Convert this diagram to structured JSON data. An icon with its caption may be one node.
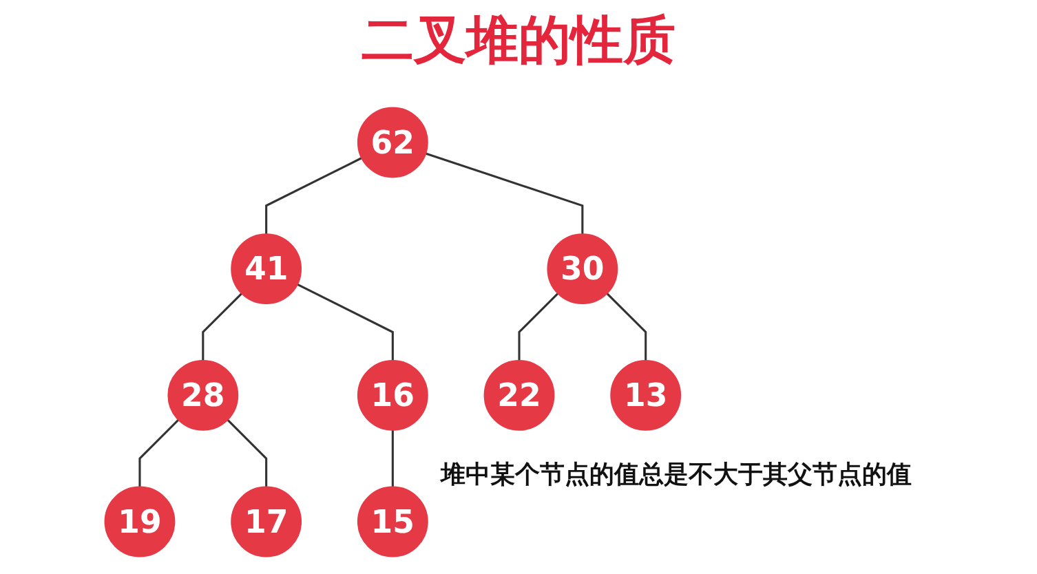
{
  "diagram": {
    "title": "二叉堆的性质",
    "nodes": [
      {
        "text": [
          "62"
        ]
      },
      {
        "text": [
          "41"
        ]
      },
      {
        "text": [
          "30"
        ]
      },
      {
        "text": [
          "28"
        ]
      },
      {
        "text": [
          "16"
        ]
      },
      {
        "text": [
          "22"
        ]
      },
      {
        "text": [
          "13"
        ]
      },
      {
        "text": [
          "19"
        ]
      },
      {
        "text": [
          "17"
        ]
      },
      {
        "text": [
          "15"
        ]
      }
    ],
    "edges": [
      {
        "from": 0,
        "to": 1,
        "arrow": "none"
      },
      {
        "from": 0,
        "to": 2,
        "arrow": "none"
      },
      {
        "from": 1,
        "to": 3,
        "arrow": "none"
      },
      {
        "from": 1,
        "to": 4,
        "arrow": "none"
      },
      {
        "from": 2,
        "to": 5,
        "arrow": "none"
      },
      {
        "from": 2,
        "to": 6,
        "arrow": "none"
      },
      {
        "from": 3,
        "to": 7,
        "arrow": "none"
      },
      {
        "from": 3,
        "to": 8,
        "arrow": "none"
      },
      {
        "from": 4,
        "to": 9,
        "arrow": "none"
      }
    ],
    "labels": [
      "堆中某个节点的值总是不大于其父节点的值"
    ]
  }
}
